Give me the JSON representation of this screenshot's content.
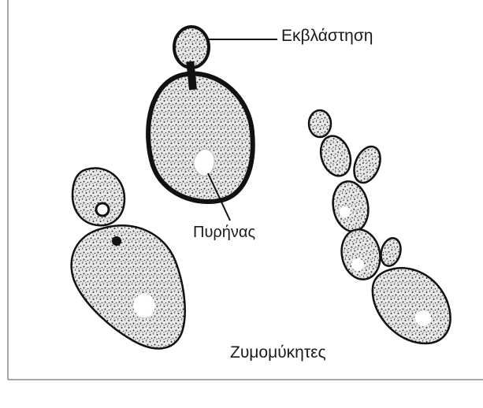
{
  "labels": {
    "budding": "Εκβλάστηση",
    "nucleus": "Πυρήνας",
    "caption": "Ζυμομύκητες"
  }
}
